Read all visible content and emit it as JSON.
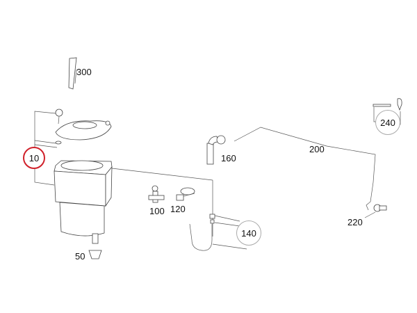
{
  "diagram": {
    "accent_color": "#d0202a",
    "callouts": [
      {
        "id": "10",
        "label": "10",
        "style": "circled-red"
      },
      {
        "id": "50",
        "label": "50"
      },
      {
        "id": "100",
        "label": "100"
      },
      {
        "id": "120",
        "label": "120"
      },
      {
        "id": "140",
        "label": "140",
        "style": "circled"
      },
      {
        "id": "160",
        "label": "160"
      },
      {
        "id": "200",
        "label": "200"
      },
      {
        "id": "220",
        "label": "220"
      },
      {
        "id": "240",
        "label": "240",
        "style": "circled"
      },
      {
        "id": "300",
        "label": "300"
      }
    ]
  }
}
